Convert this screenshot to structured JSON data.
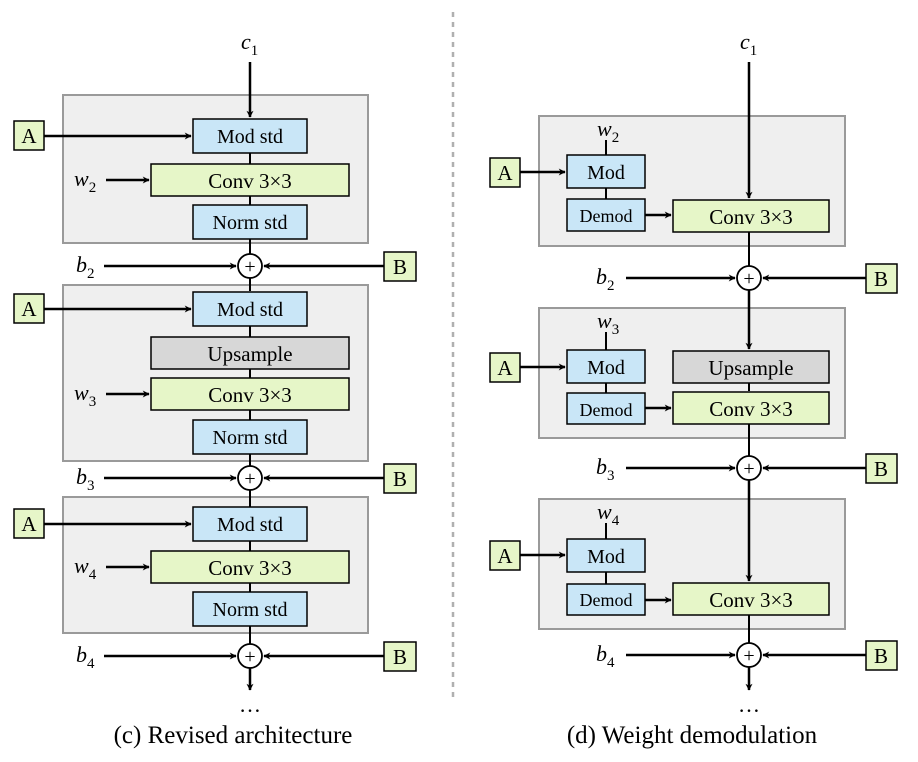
{
  "colors": {
    "group_fill": "#efefef",
    "group_stroke": "#9a9a9a",
    "blue_box": "#c9e6f7",
    "green_box": "#e6f6c8",
    "gray_box": "#d7d7d7",
    "line": "#000000",
    "divider": "#b0b0b0"
  },
  "left": {
    "caption": "(c) Revised architecture",
    "input": {
      "base": "c",
      "sub": "1"
    },
    "modstd": "Mod std",
    "conv": "Conv 3×3",
    "normstd": "Norm std",
    "upsample": "Upsample",
    "a_label": "A",
    "b_label": "B",
    "plus": "+",
    "ellipsis": "…",
    "w": [
      {
        "base": "w",
        "sub": "2"
      },
      {
        "base": "w",
        "sub": "3"
      },
      {
        "base": "w",
        "sub": "4"
      }
    ],
    "b": [
      {
        "base": "b",
        "sub": "2"
      },
      {
        "base": "b",
        "sub": "3"
      },
      {
        "base": "b",
        "sub": "4"
      }
    ]
  },
  "right": {
    "caption": "(d) Weight demodulation",
    "input": {
      "base": "c",
      "sub": "1"
    },
    "mod": "Mod",
    "demod": "Demod",
    "conv": "Conv 3×3",
    "upsample": "Upsample",
    "a_label": "A",
    "b_label": "B",
    "plus": "+",
    "ellipsis": "…",
    "w": [
      {
        "base": "w",
        "sub": "2"
      },
      {
        "base": "w",
        "sub": "3"
      },
      {
        "base": "w",
        "sub": "4"
      }
    ],
    "b": [
      {
        "base": "b",
        "sub": "2"
      },
      {
        "base": "b",
        "sub": "3"
      },
      {
        "base": "b",
        "sub": "4"
      }
    ]
  }
}
